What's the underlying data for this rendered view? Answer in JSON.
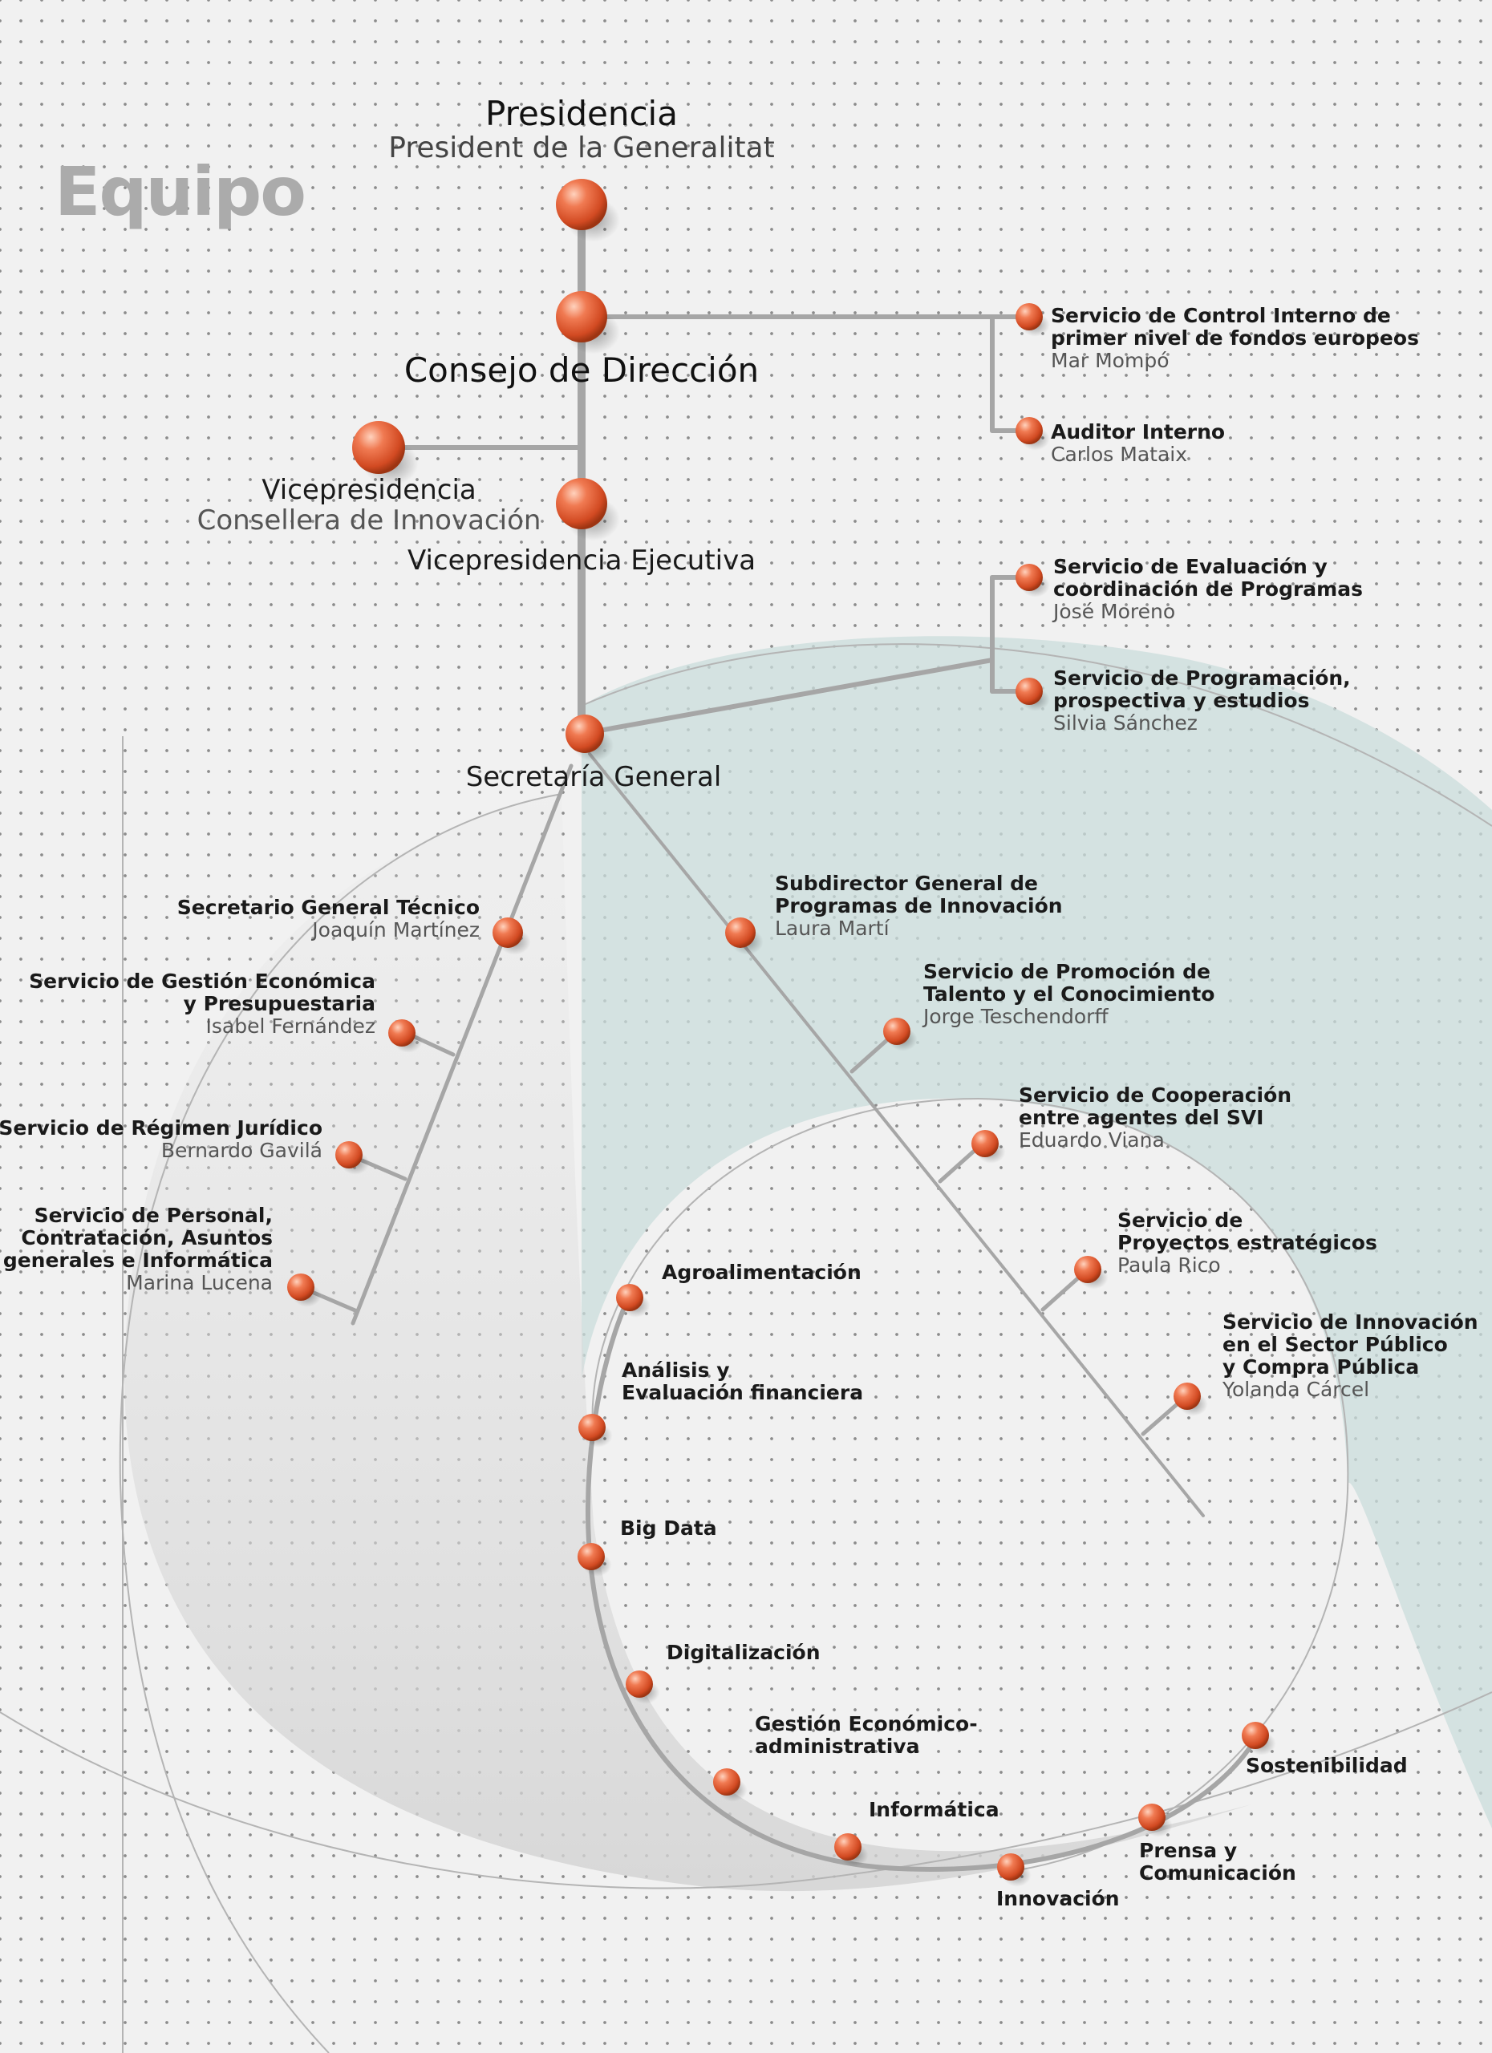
{
  "heading": "Equipo",
  "colors": {
    "node": "#e8643c",
    "line": "#a8a8a8",
    "area": "#c8dcdb"
  },
  "top": {
    "presidencia": {
      "title": "Presidencia",
      "subtitle": "President de la Generalitat"
    },
    "consejo": {
      "title": "Consejo de Dirección"
    },
    "vicepresidencia": {
      "title": "Vicepresidencia",
      "subtitle": "Consellera de Innovación"
    },
    "vicepresidencia_ejecutiva": {
      "title": "Vicepresidencia Ejecutiva"
    },
    "secretaria_general": {
      "title": "Secretaría General"
    }
  },
  "control_interno": {
    "title1": "Servicio de Control Interno de",
    "title2": "primer nivel de fondos europeos",
    "person": "Mar Mompó"
  },
  "auditor": {
    "title": "Auditor Interno",
    "person": "Carlos Mataix"
  },
  "evaluacion": {
    "title1": "Servicio de Evaluación y",
    "title2": "coordinación de Programas",
    "person": "José Moreno"
  },
  "programacion": {
    "title1": "Servicio de Programación,",
    "title2": "prospectiva y estudios",
    "person": "Silvia Sánchez"
  },
  "left_branch": {
    "sec_tecnico": {
      "title": "Secretario General Técnico",
      "person": "Joaquín Martínez"
    },
    "gestion_economica": {
      "title1": "Servicio de Gestión Económica",
      "title2": "y Presupuestaria",
      "person": "Isabel Fernández"
    },
    "regimen_juridico": {
      "title": "Servicio de Régimen Jurídico",
      "person": "Bernardo Gavilá"
    },
    "personal": {
      "title1": "Servicio de Personal,",
      "title2": "Contratación, Asuntos",
      "title3": "generales e Informática",
      "person": "Marina Lucena"
    }
  },
  "right_branch": {
    "subdirector": {
      "title1": "Subdirector General de",
      "title2": "Programas de Innovación",
      "person": "Laura Martí"
    },
    "talento": {
      "title1": "Servicio de Promoción de",
      "title2": "Talento y el Conocimiento",
      "person": "Jorge Teschendorff"
    },
    "cooperacion": {
      "title1": "Servicio de Cooperación",
      "title2": "entre agentes del SVI",
      "person": "Eduardo Viana"
    },
    "proyectos": {
      "title1": "Servicio de",
      "title2": "Proyectos estratégicos",
      "person": "Paula Rico"
    },
    "innovacion_publica": {
      "title1": "Servicio de Innovación",
      "title2": "en el Sector Público",
      "title3": "y Compra Pública",
      "person": "Yolanda Cárcel"
    }
  },
  "arc_units": {
    "agroalimentacion": "Agroalimentación",
    "analisis": {
      "line1": "Análisis y",
      "line2": "Evaluación financiera"
    },
    "big_data": "Big Data",
    "digitalizacion": "Digitalización",
    "gestion": {
      "line1": "Gestión Económico-",
      "line2": "administrativa"
    },
    "informatica": "Informática",
    "innovacion": "Innovación",
    "prensa": {
      "line1": "Prensa y",
      "line2": "Comunicación"
    },
    "sostenibilidad": "Sostenibilidad"
  }
}
